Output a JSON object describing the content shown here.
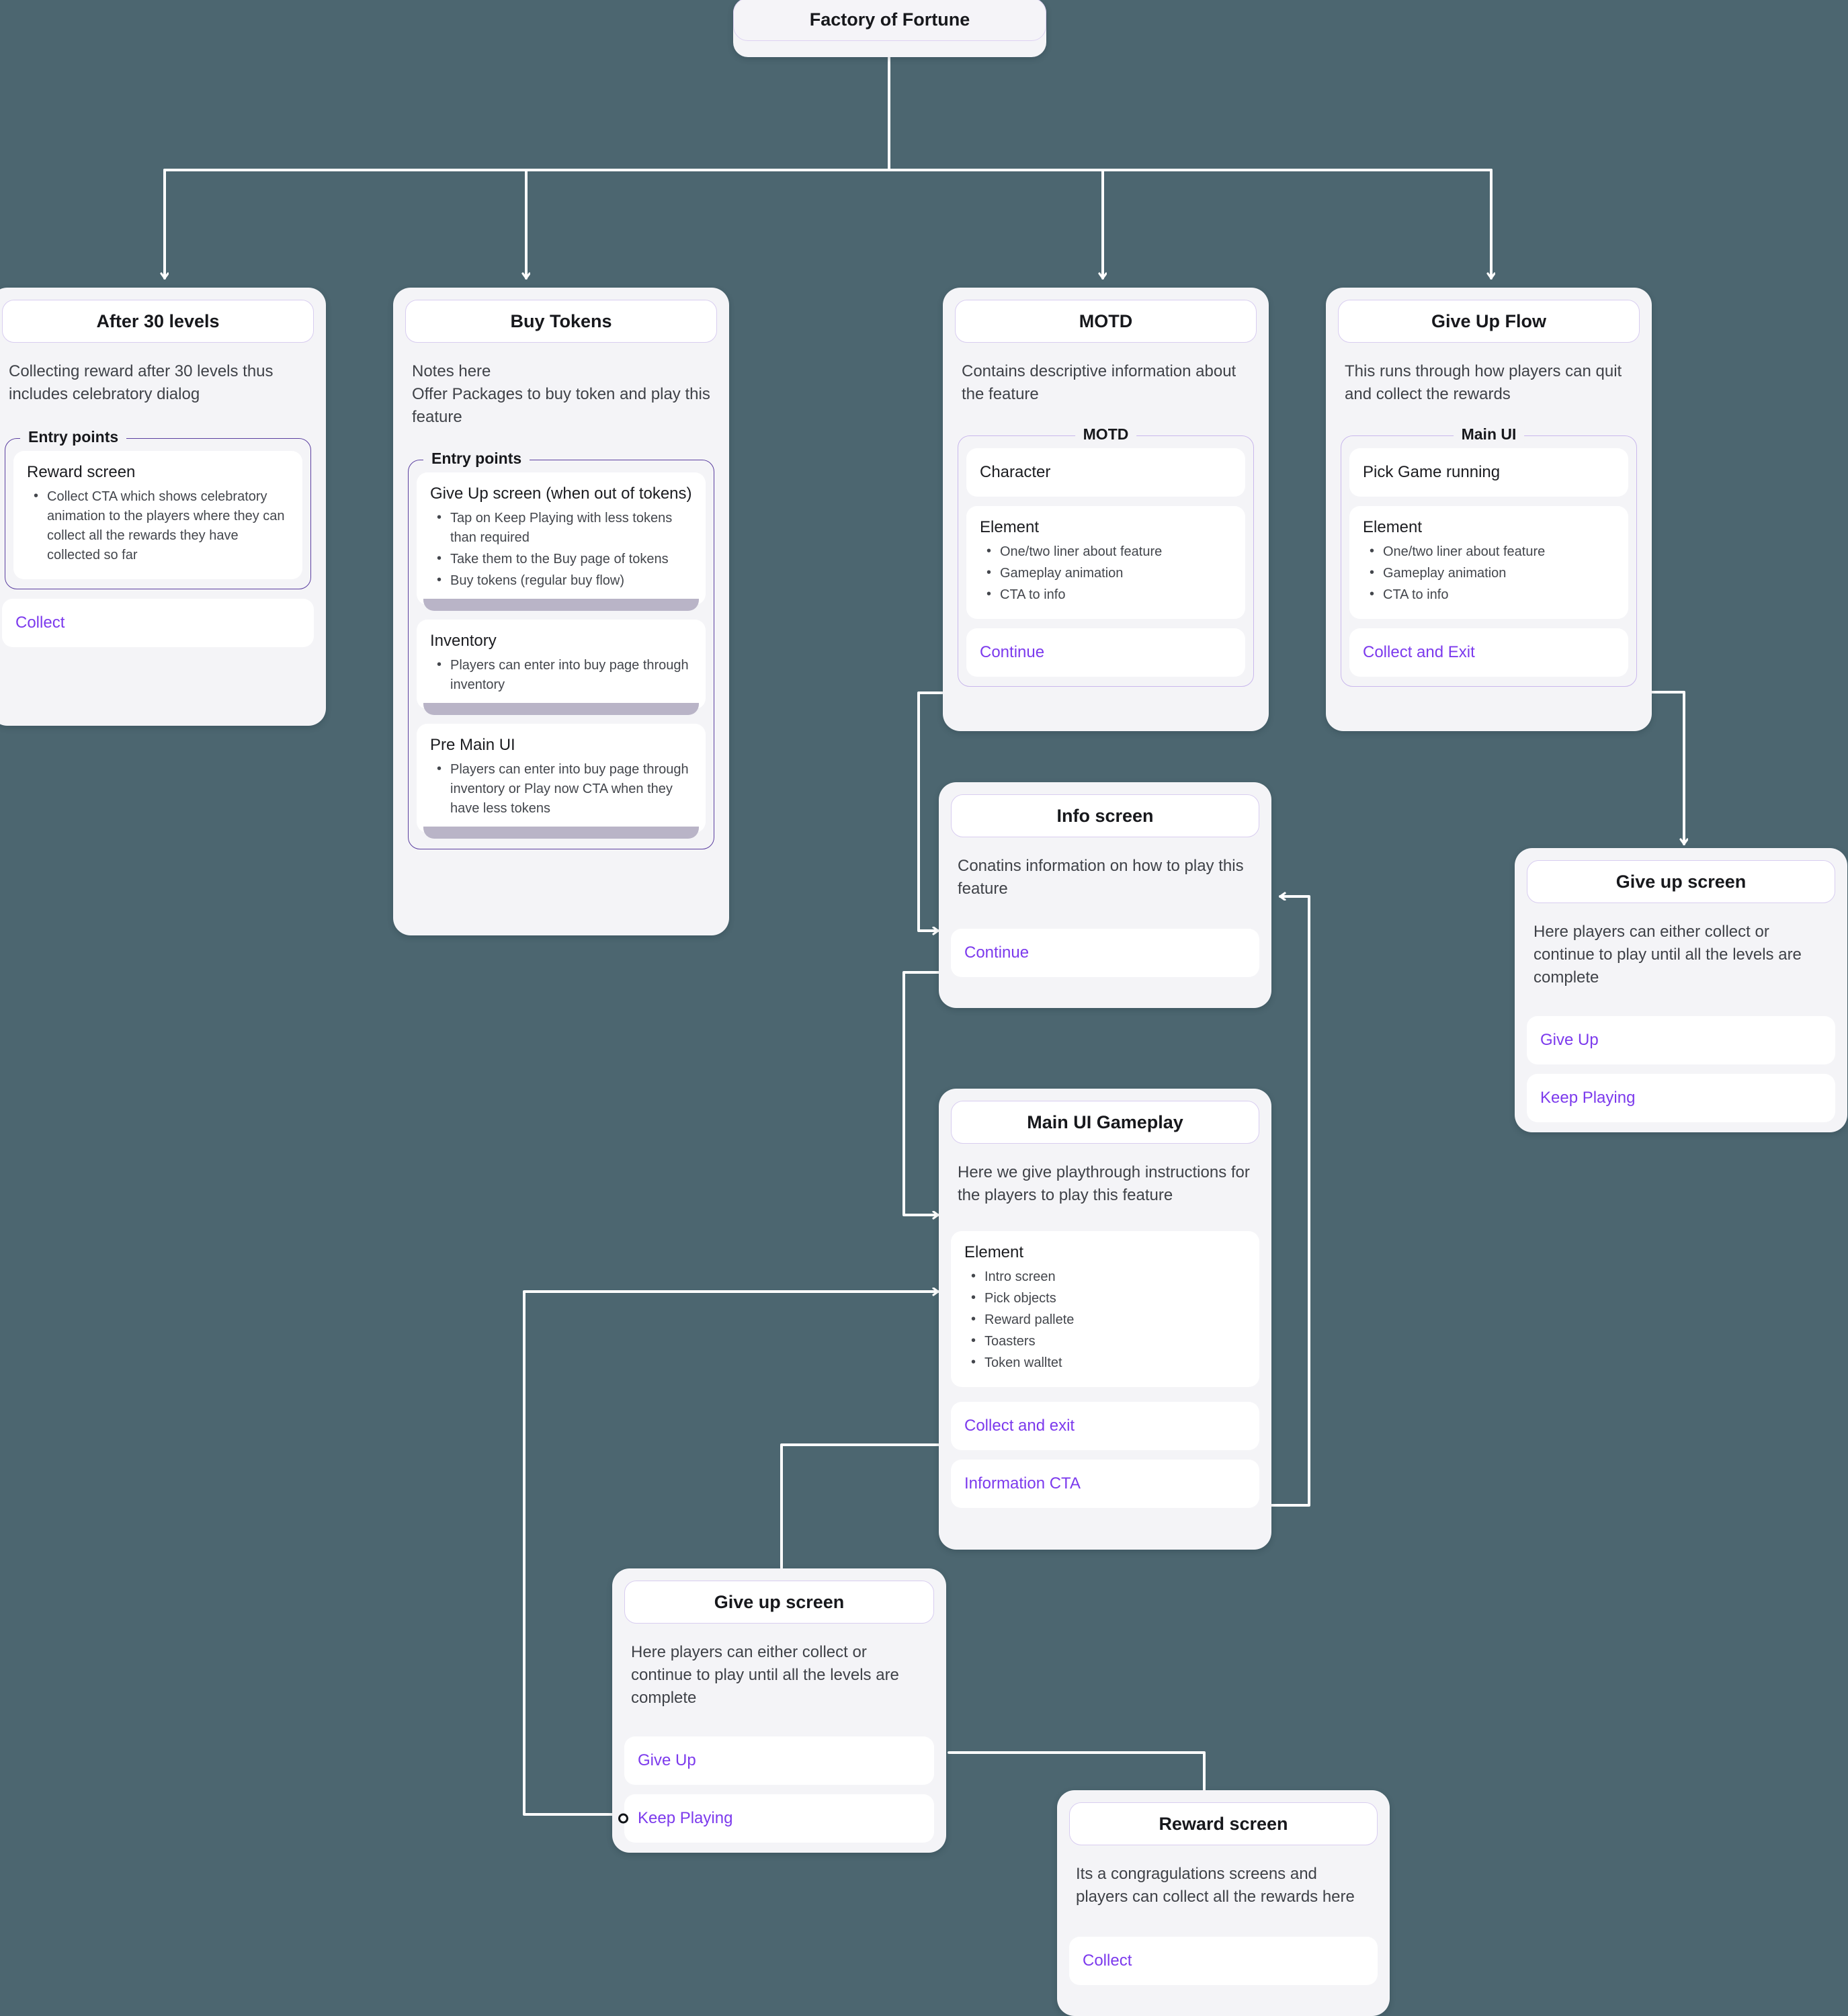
{
  "canvas": {
    "bg": "#4c6670",
    "accent": "#7c3aed",
    "border_strong": "#5b3fa0",
    "border_light": "#c9b8ec"
  },
  "root": {
    "title": "Factory of Fortune"
  },
  "nodes": {
    "after30": {
      "title": "After 30 levels",
      "desc": "Collecting reward after 30 levels thus includes celebratory dialog",
      "group_legend": "Entry points",
      "sub_title": "Reward screen",
      "bullets": [
        "Collect CTA which shows celebratory animation to the players where they can collect all the rewards they have collected so far"
      ],
      "cta": "Collect"
    },
    "buy_tokens": {
      "title": "Buy Tokens",
      "desc_line1": "Notes here",
      "desc_line2": "Offer Packages to buy token and play this feature",
      "group_legend": "Entry points",
      "sub1_title": "Give Up screen (when out of tokens)",
      "sub1_bullets": [
        "Tap on Keep Playing with less tokens than required",
        "Take them to the Buy page of tokens",
        "Buy tokens (regular buy flow)"
      ],
      "sub2_title": "Inventory",
      "sub2_bullets": [
        "Players can enter into buy page through inventory"
      ],
      "sub3_title": "Pre Main UI",
      "sub3_bullets": [
        "Players can enter into buy page through inventory or Play now CTA when they have less tokens"
      ]
    },
    "motd": {
      "title": "MOTD",
      "desc": "Contains descriptive information about the feature",
      "group_legend": "MOTD",
      "sub1_title": "Character",
      "sub2_title": "Element",
      "sub2_bullets": [
        "One/two liner about feature",
        "Gameplay animation",
        "CTA to info"
      ],
      "cta": "Continue"
    },
    "giveup_flow": {
      "title": "Give Up Flow",
      "desc": "This runs through how players can quit and collect the rewards",
      "group_legend": "Main UI",
      "sub1_title": "Pick Game running",
      "sub2_title": "Element",
      "sub2_bullets": [
        "One/two liner about feature",
        "Gameplay animation",
        "CTA to info"
      ],
      "cta": "Collect and Exit"
    },
    "info_screen": {
      "title": "Info screen",
      "desc": "Conatins information on how to play this feature",
      "cta": "Continue"
    },
    "giveup_right": {
      "title": "Give up screen",
      "desc": "Here players can either collect or continue to play until all the levels are complete",
      "cta1": "Give Up",
      "cta2": "Keep Playing"
    },
    "main_ui_gameplay": {
      "title": "Main UI Gameplay",
      "desc": "Here we give playthrough instructions for the players to play this feature",
      "sub_title": "Element",
      "bullets": [
        "Intro screen",
        "Pick objects",
        "Reward pallete",
        "Toasters",
        "Token walltet"
      ],
      "cta1": "Collect and exit",
      "cta2": "Information CTA"
    },
    "giveup_lower": {
      "title": "Give up screen",
      "desc": "Here players can either collect or continue to play until all the levels are complete",
      "cta1": "Give Up",
      "cta2": "Keep Playing"
    },
    "reward_screen": {
      "title": "Reward screen",
      "desc": "Its a congragulations screens and players can collect all the rewards here",
      "cta": "Collect"
    }
  }
}
